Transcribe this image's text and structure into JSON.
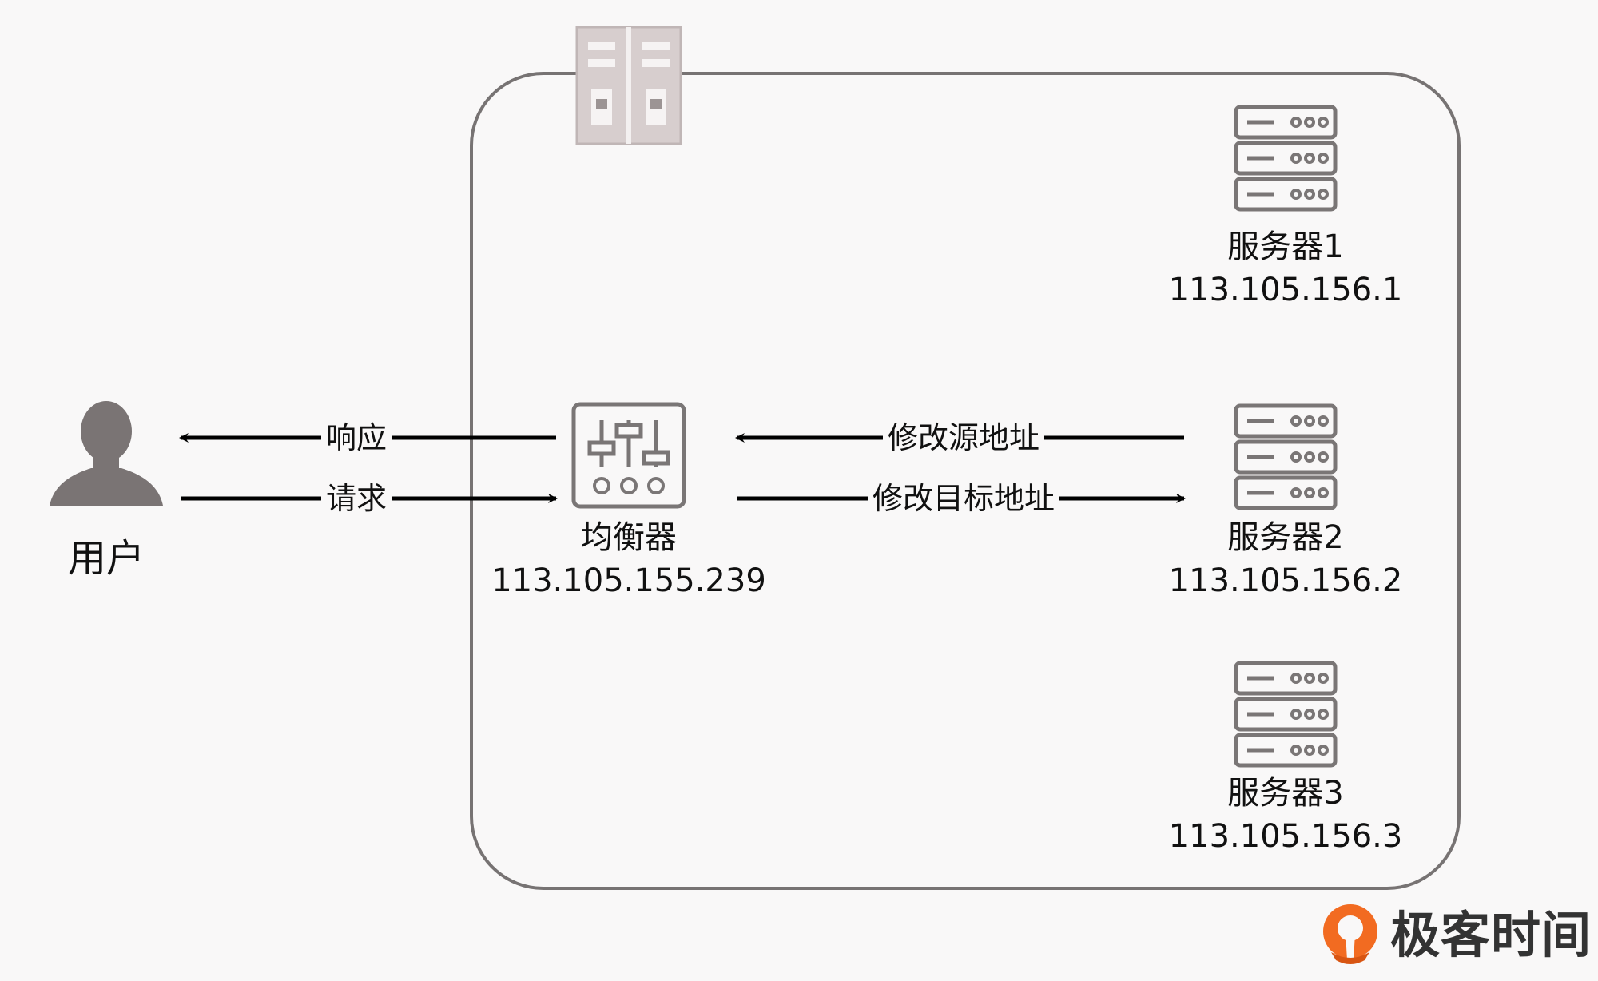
{
  "user": {
    "label": "用户"
  },
  "balancer": {
    "name": "均衡器",
    "ip": "113.105.155.239"
  },
  "servers": [
    {
      "name": "服务器1",
      "ip": "113.105.156.1"
    },
    {
      "name": "服务器2",
      "ip": "113.105.156.2"
    },
    {
      "name": "服务器3",
      "ip": "113.105.156.3"
    }
  ],
  "edges": {
    "response": "响应",
    "request": "请求",
    "rewrite_source": "修改源地址",
    "rewrite_target": "修改目标地址"
  },
  "brand": {
    "text": "极客时间",
    "color": "#f26b21"
  },
  "colors": {
    "stroke": "#777373",
    "icon": "#7a7676",
    "datacenter": "#c8bdbd"
  }
}
